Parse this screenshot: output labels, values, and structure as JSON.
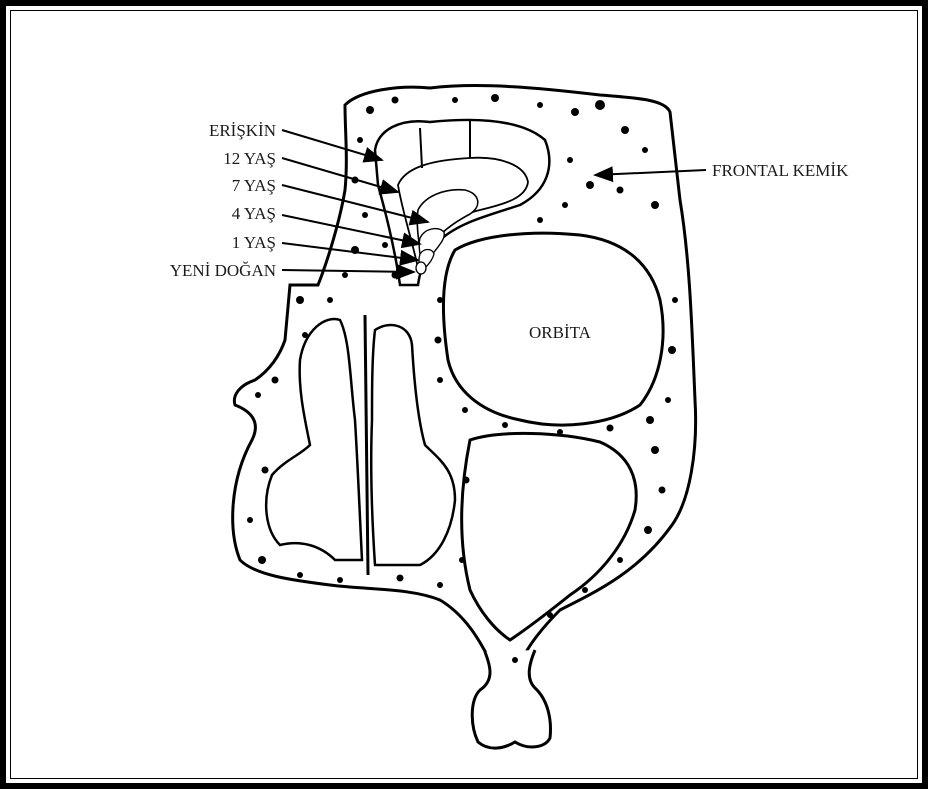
{
  "labels": {
    "eriskin": "ERİŞKİN",
    "yas12": "12 YAŞ",
    "yas7": "7 YAŞ",
    "yas4": "4 YAŞ",
    "yas1": "1 YAŞ",
    "yenidogan": "YENİ DOĞAN",
    "frontal": "FRONTAL KEMİK",
    "orbita": "ORBİTA"
  }
}
